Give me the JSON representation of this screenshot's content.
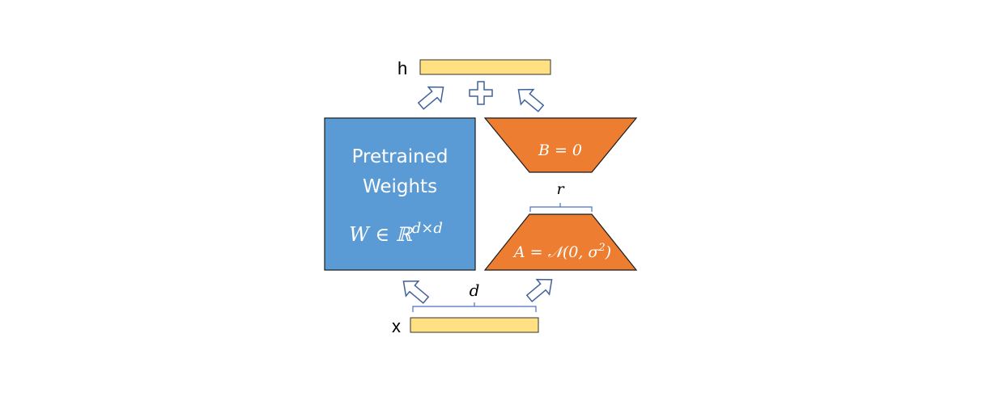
{
  "labels": {
    "h": "h",
    "x": "x"
  },
  "pretrained": {
    "line1": "Pretrained",
    "line2": "Weights",
    "formula": "W ∈ ℝ",
    "formula_sup": "d×d"
  },
  "lora_b": {
    "formula": "B = 0"
  },
  "lora_a": {
    "formula": "A = 𝒩(0, σ",
    "formula_sup": "2",
    "formula_end": ")"
  },
  "dims": {
    "r": "r",
    "d": "d"
  },
  "colors": {
    "blue": "#5b9bd5",
    "orange": "#ed7d31",
    "yellow": "#ffe082",
    "arrow_stroke": "#41619b"
  }
}
